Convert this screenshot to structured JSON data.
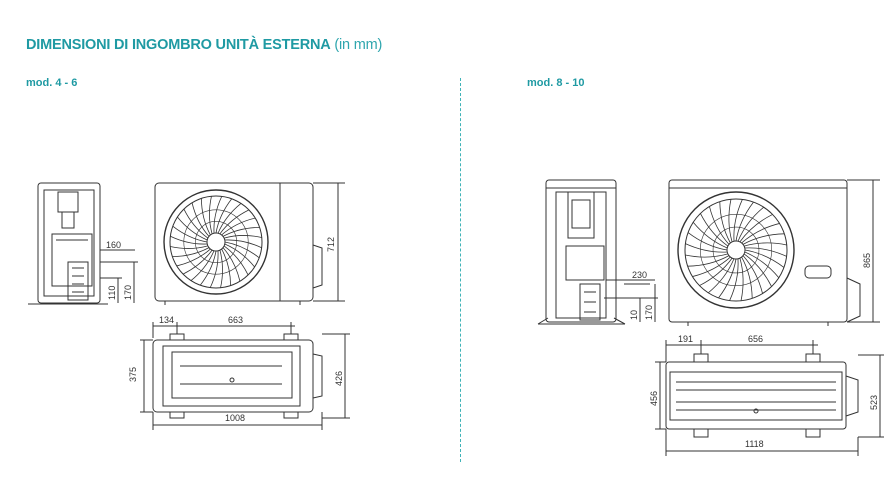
{
  "header": {
    "title_bold": "DIMENSIONI DI INGOMBRO UNITÀ ESTERNA",
    "title_unit": "(in mm)"
  },
  "models": [
    {
      "label": "mod. 4 - 6",
      "side": {
        "pipe_offset": "160",
        "pipe_low": "110",
        "pipe_high": "170"
      },
      "front": {
        "height": "712"
      },
      "top": {
        "foot_offset": "134",
        "foot_span": "663",
        "depth": "375",
        "depth_total": "426",
        "width": "1008"
      }
    },
    {
      "label": "mod. 8 - 10",
      "side": {
        "pipe_offset": "230",
        "pipe_low": "10",
        "pipe_high": "170"
      },
      "front": {
        "height": "865"
      },
      "top": {
        "foot_offset": "191",
        "foot_span": "656",
        "depth": "456",
        "depth_total": "523",
        "width": "1118"
      }
    }
  ],
  "colors": {
    "accent": "#1f9aa3",
    "line": "#333333"
  }
}
